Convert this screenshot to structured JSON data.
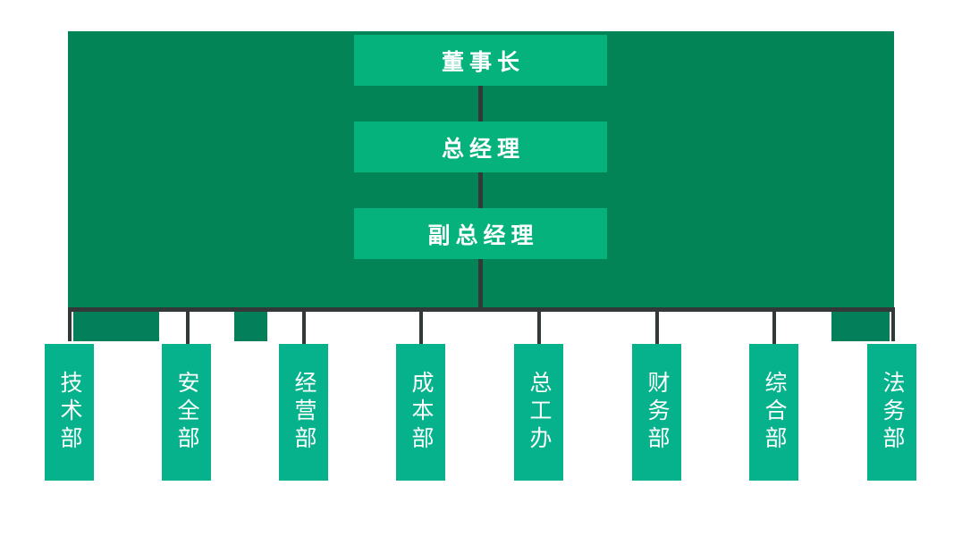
{
  "meta": {
    "title": "组织架构图",
    "orientation": "top-down-org-chart"
  },
  "colors": {
    "panel_background": "#038457",
    "tab_block": "#03805a",
    "executive_box": "#05b27c",
    "department_box": "#05b28c",
    "connector_line": "#333838",
    "text": "#ffffff",
    "page_background": "#ffffff"
  },
  "executives": [
    {
      "id": "chairman",
      "label": "董事长"
    },
    {
      "id": "general-manager",
      "label": "总经理"
    },
    {
      "id": "deputy-gm",
      "label": "副总经理"
    }
  ],
  "departments": [
    {
      "id": "tech",
      "label": "技术部"
    },
    {
      "id": "safety",
      "label": "安全部"
    },
    {
      "id": "operations",
      "label": "经营部"
    },
    {
      "id": "cost",
      "label": "成本部"
    },
    {
      "id": "chief-eng",
      "label": "总工办"
    },
    {
      "id": "finance",
      "label": "财务部"
    },
    {
      "id": "admin",
      "label": "综合部"
    },
    {
      "id": "legal",
      "label": "法务部"
    }
  ]
}
